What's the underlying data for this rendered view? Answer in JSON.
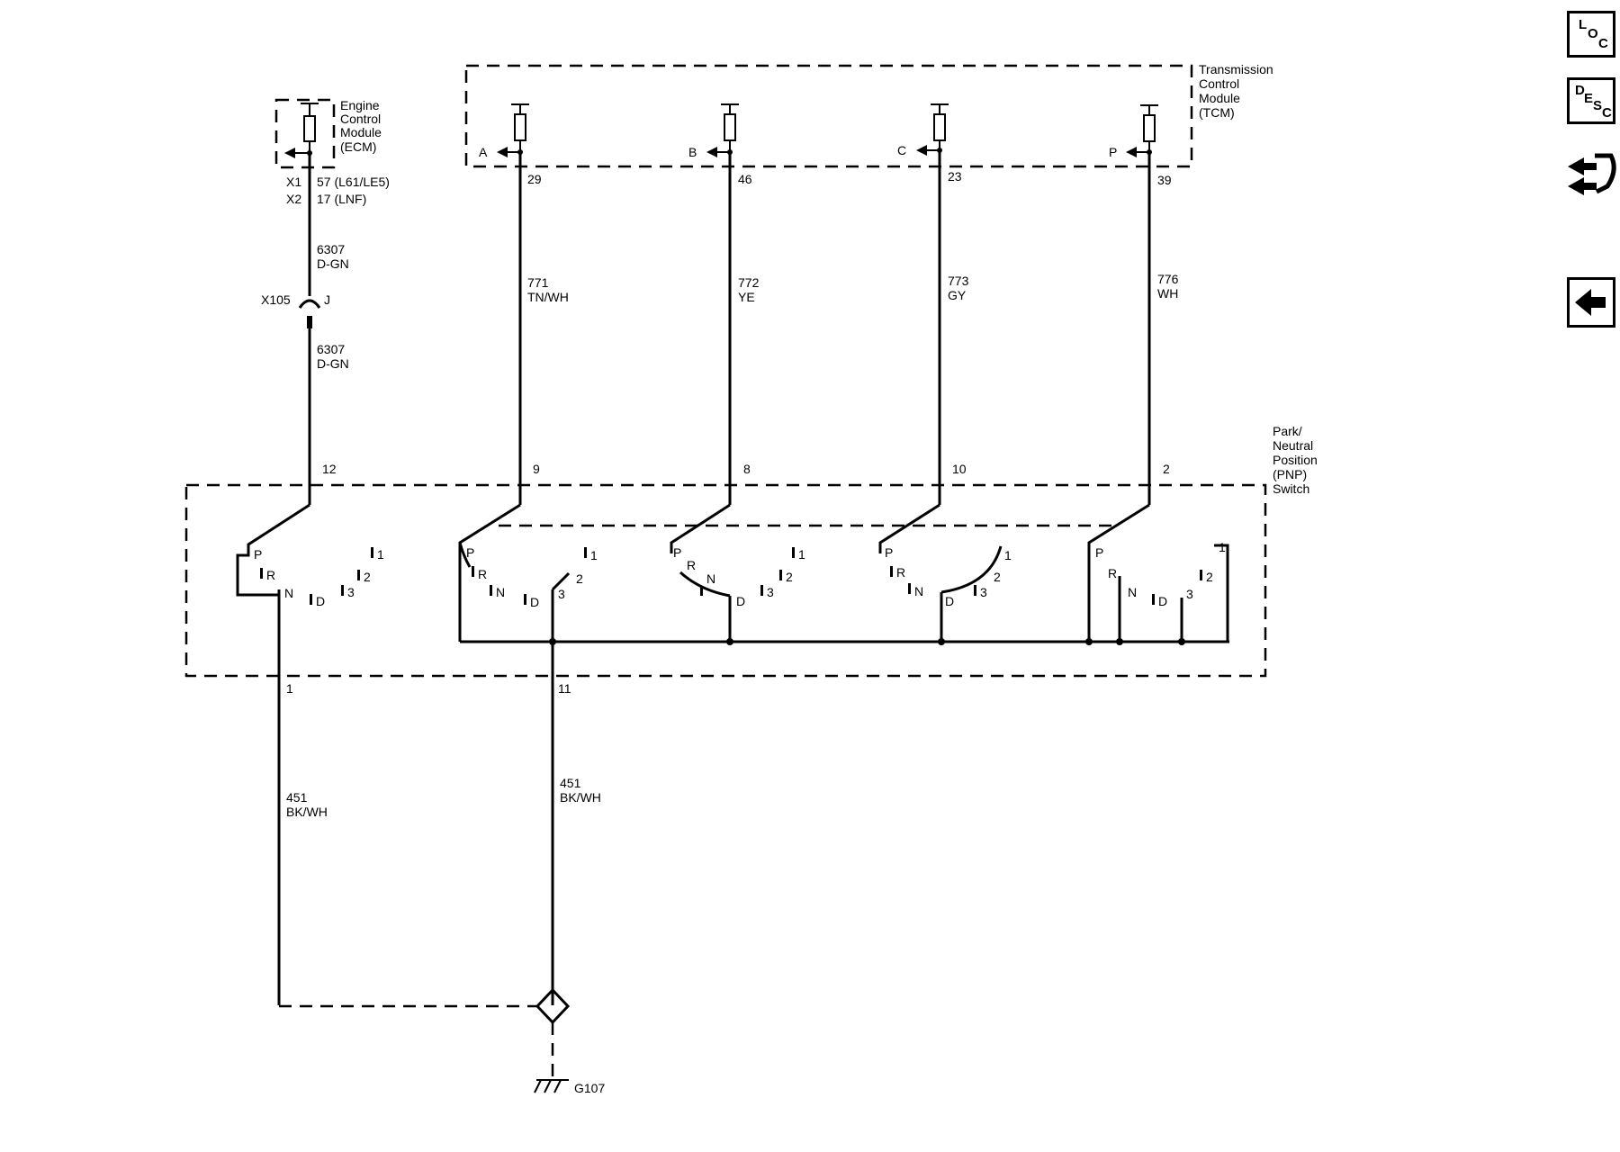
{
  "modules": {
    "ecm": [
      "Engine",
      "Control",
      "Module",
      "(ECM)"
    ],
    "tcm": [
      "Transmission",
      "Control",
      "Module",
      "(TCM)"
    ],
    "pnp": [
      "Park/",
      "Neutral",
      "Position",
      "(PNP)",
      "Switch"
    ]
  },
  "ecm_pins": {
    "x1": "X1",
    "x1_pin": "57 (L61/LE5)",
    "x2": "X2",
    "x2_pin": "17 (LNF)"
  },
  "ecm_circuit_top": {
    "num": "6307",
    "color": "D-GN"
  },
  "connector": {
    "name": "X105",
    "pin": "J"
  },
  "ecm_circuit_bottom": {
    "num": "6307",
    "color": "D-GN"
  },
  "tcm_inputs": [
    {
      "signal": "A",
      "pin": "29",
      "circuit": "771",
      "color": "TN/WH",
      "pnp_pin": "9"
    },
    {
      "signal": "B",
      "pin": "46",
      "circuit": "772",
      "color": "YE",
      "pnp_pin": "8"
    },
    {
      "signal": "C",
      "pin": "23",
      "circuit": "773",
      "color": "GY",
      "pnp_pin": "10"
    },
    {
      "signal": "P",
      "pin": "39",
      "circuit": "776",
      "color": "WH",
      "pnp_pin": "2"
    }
  ],
  "pnp_ecm_pin": "12",
  "ground_pins": {
    "left": "1",
    "right": "11"
  },
  "ground_circuits": [
    {
      "num": "451",
      "color": "BK/WH"
    },
    {
      "num": "451",
      "color": "BK/WH"
    }
  ],
  "ground": "G107",
  "gear_labels": {
    "p": "P",
    "r": "R",
    "n": "N",
    "d": "D",
    "g3": "3",
    "g2": "2",
    "g1": "1"
  },
  "nav": {
    "loc": [
      "L",
      "O",
      "C"
    ],
    "desc": [
      "D",
      "E",
      "S",
      "C"
    ]
  }
}
